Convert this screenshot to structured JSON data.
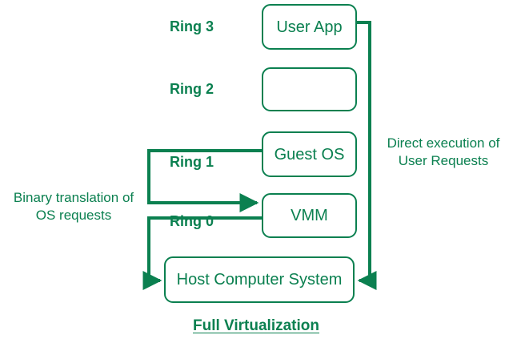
{
  "diagram": {
    "title": "Full Virtualization",
    "accent_color": "#0b8050",
    "background_color": "#ffffff",
    "caption": "Full Virtualization",
    "nodes": [
      {
        "id": "user-app",
        "label": "User App"
      },
      {
        "id": "ring2-box",
        "label": ""
      },
      {
        "id": "guest-os",
        "label": "Guest OS"
      },
      {
        "id": "vmm",
        "label": "VMM"
      },
      {
        "id": "host",
        "label": "Host Computer System"
      }
    ],
    "ring_labels": [
      {
        "id": "ring-3",
        "label": "Ring 3"
      },
      {
        "id": "ring-2",
        "label": "Ring 2"
      },
      {
        "id": "ring-1",
        "label": "Ring 1"
      },
      {
        "id": "ring-0",
        "label": "Ring 0"
      }
    ],
    "annotations": [
      {
        "id": "binary-translation",
        "label": "Binary translation of\nOS requests"
      },
      {
        "id": "direct-execution",
        "label": "Direct execution of\nUser Requests"
      }
    ]
  }
}
